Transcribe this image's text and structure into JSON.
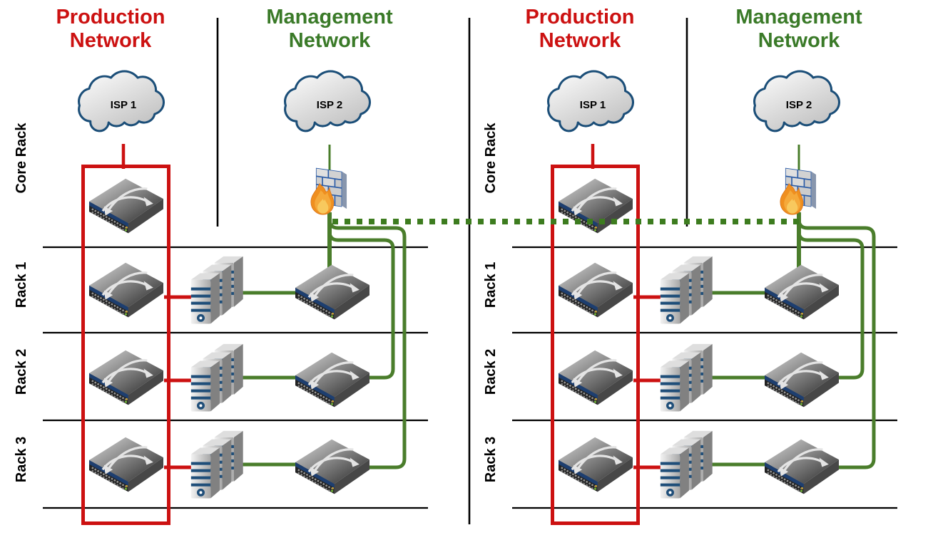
{
  "diagram": {
    "panels": [
      {
        "production_title": "Production Network",
        "management_title": "Management Network",
        "isp1_label": "ISP 1",
        "isp2_label": "ISP 2",
        "rack_labels": [
          "Core Rack",
          "Rack 1",
          "Rack 2",
          "Rack 3"
        ]
      },
      {
        "production_title": "Production Network",
        "management_title": "Management Network",
        "isp1_label": "ISP 1",
        "isp2_label": "ISP 2",
        "rack_labels": [
          "Core Rack",
          "Rack 1",
          "Rack 2",
          "Rack 3"
        ]
      }
    ],
    "colors": {
      "production_link": "#cc1111",
      "management_link": "#4a7d2b",
      "management_title": "#3a7a28",
      "interconnect_dotted": "#3d7c1f",
      "cloud_outline": "#1b4e78",
      "brick_mortar": "#2a5ba6",
      "flame": "#ef8f1f",
      "grid_lines": "#000000"
    }
  }
}
